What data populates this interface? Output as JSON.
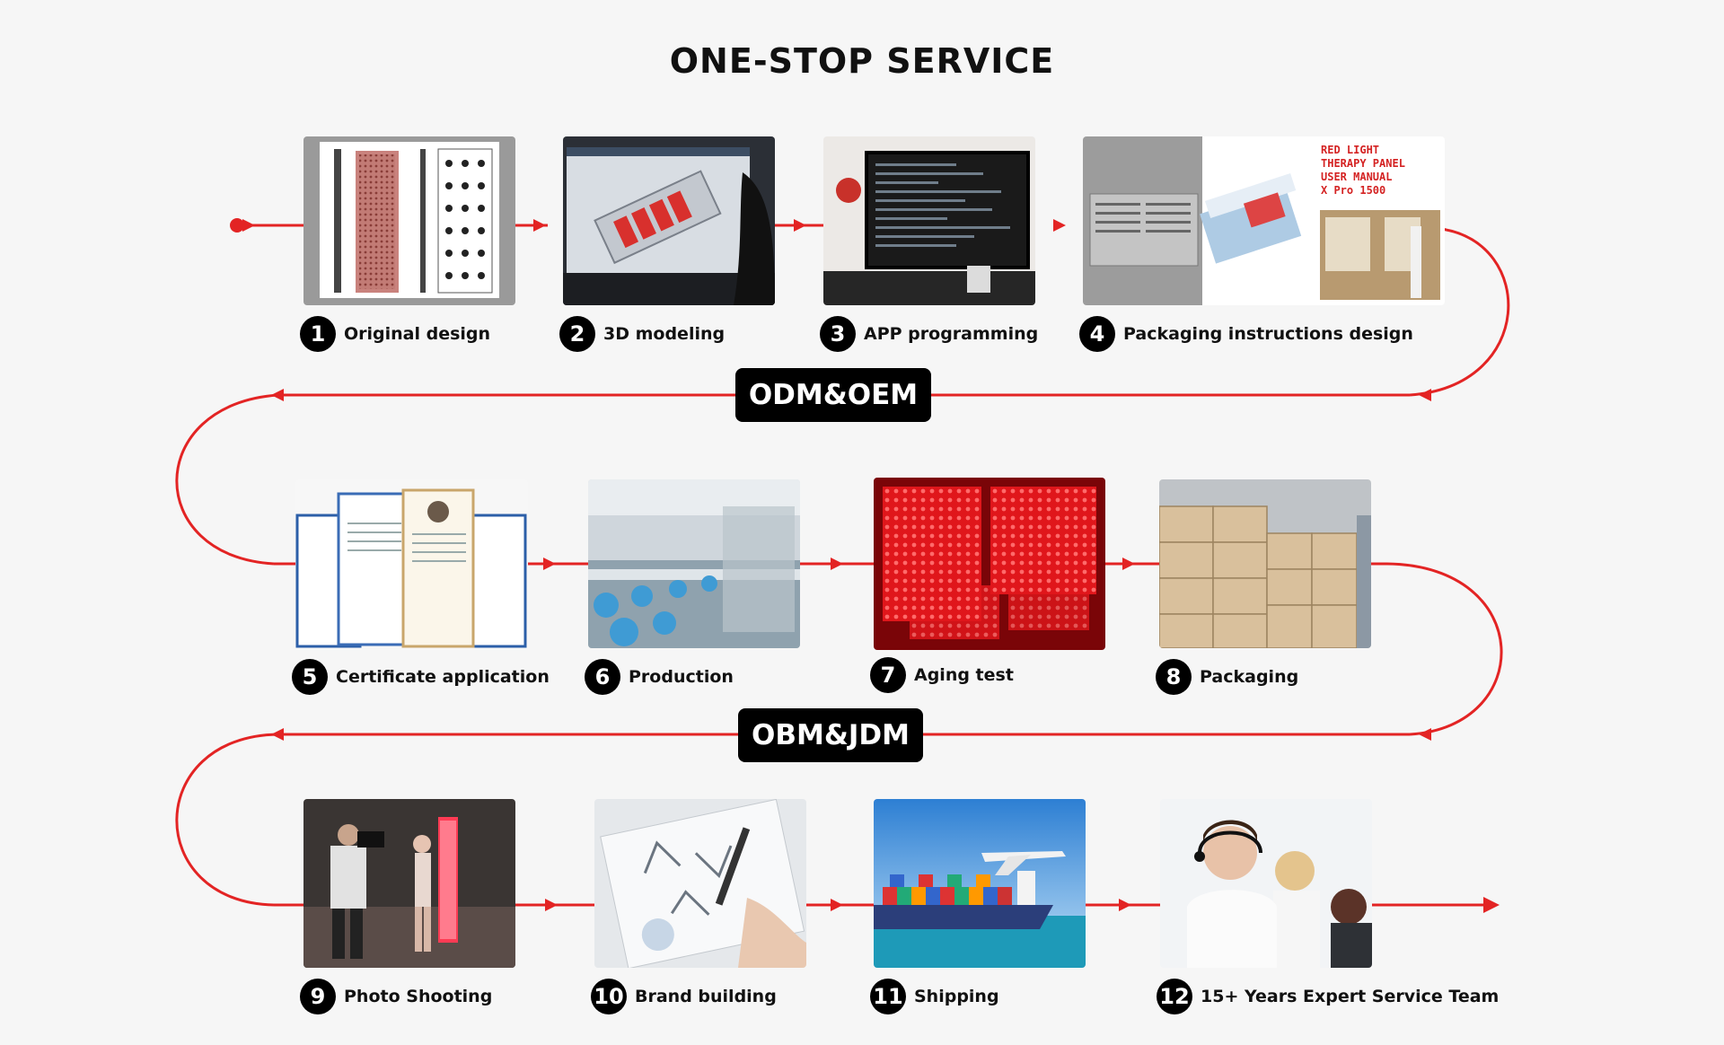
{
  "title": "ONE-STOP SERVICE",
  "stages": [
    "ODM&OEM",
    "OBM&JDM"
  ],
  "accent_color": "#e32424",
  "steps": [
    {
      "num": "1",
      "label": "Original design",
      "image": "panel-design-drawing"
    },
    {
      "num": "2",
      "label": "3D modeling",
      "image": "3d-modeling-screen"
    },
    {
      "num": "3",
      "label": "APP programming",
      "image": "programming-monitor"
    },
    {
      "num": "4",
      "label": "Packaging instructions design",
      "image": "user-manual-packaging"
    },
    {
      "num": "5",
      "label": "Certificate application",
      "image": "certificates"
    },
    {
      "num": "6",
      "label": "Production",
      "image": "factory-production-line"
    },
    {
      "num": "7",
      "label": "Aging test",
      "image": "red-light-panels"
    },
    {
      "num": "8",
      "label": "Packaging",
      "image": "stacked-boxes"
    },
    {
      "num": "9",
      "label": "Photo Shooting",
      "image": "photo-shoot"
    },
    {
      "num": "10",
      "label": "Brand building",
      "image": "logo-sketching"
    },
    {
      "num": "11",
      "label": "Shipping",
      "image": "cargo-ship-and-plane"
    },
    {
      "num": "12",
      "label": "15+ Years Expert Service Team",
      "image": "call-center-team"
    }
  ],
  "manual_text": [
    "RED LIGHT",
    "THERAPY PANEL",
    "USER MANUAL",
    "X Pro 1500"
  ]
}
